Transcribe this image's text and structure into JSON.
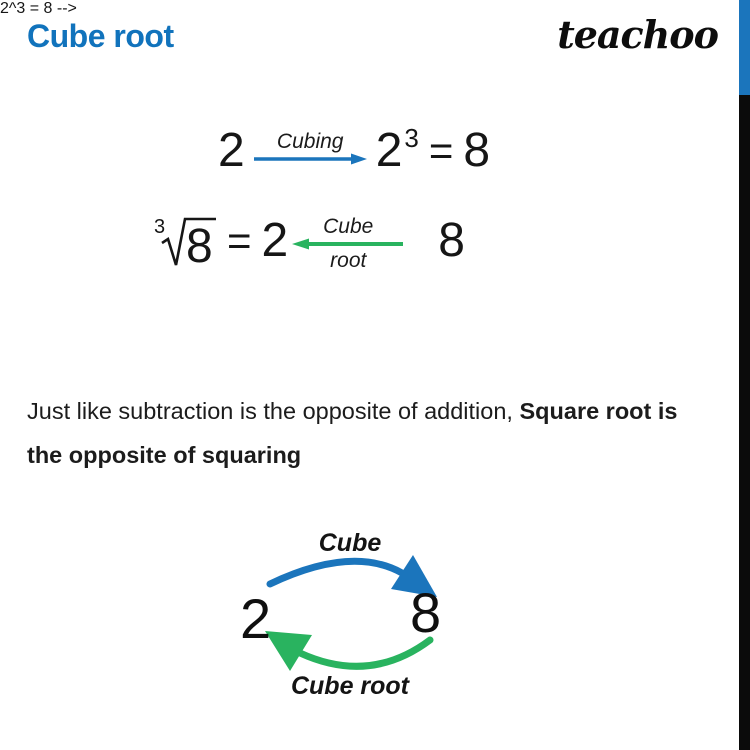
{
  "colors": {
    "title_blue": "#1173BC",
    "arrow_blue": "#1B75BC",
    "arrow_green": "#29B35F",
    "bar_blue": "#1B75BC",
    "bar_black": "#0B0B0B"
  },
  "header": {
    "title": "Cube root",
    "logo": "teachoo"
  },
  "cubing_equation": {
    "input": "2",
    "arrow_label": "Cubing",
    "result_base": "2",
    "result_exponent": "3",
    "equals_sign": "=",
    "result_value": "8"
  },
  "cube_root_equation": {
    "root_index": "3",
    "radicand": "8",
    "equals_sign": "=",
    "result": "2",
    "arrow_label_line1": "Cube",
    "arrow_label_line2": "root",
    "input": "8"
  },
  "note": {
    "line1_normal": "Just like subtraction is the opposite of addition, ",
    "line1_bold": "Square root is",
    "line2_bold": "the opposite of squaring"
  },
  "cycle_diagram": {
    "forward_label": "Cube",
    "backward_label": "Cube root",
    "start_value": "2",
    "end_value": "8"
  }
}
